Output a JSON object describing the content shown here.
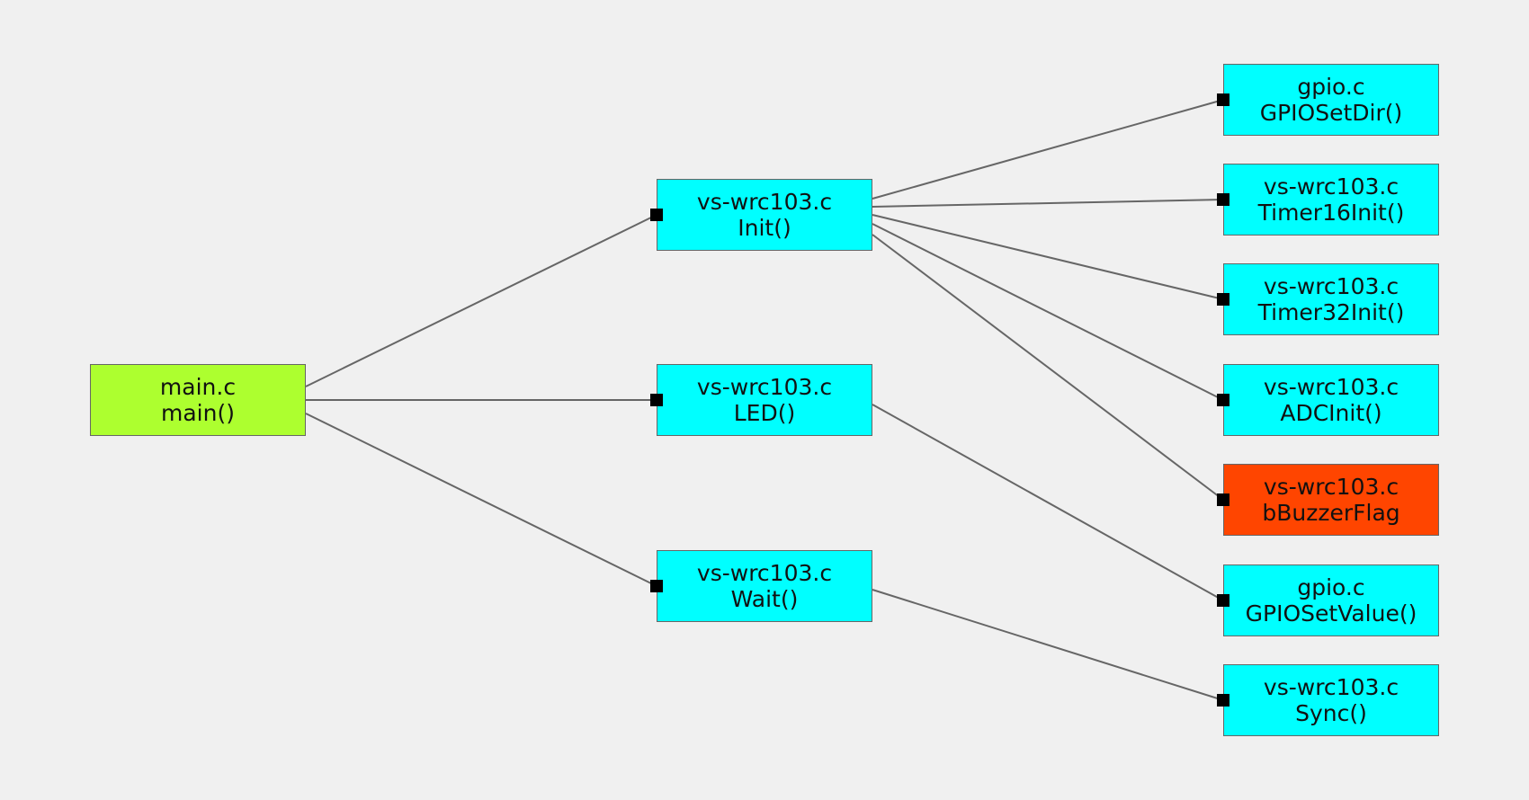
{
  "colors": {
    "background": "#f0f0f0",
    "root": "#adff2f",
    "function": "#00ffff",
    "variable": "#ff4500",
    "edge": "#666666",
    "border": "#666666",
    "port": "#000000"
  },
  "nodes": [
    {
      "id": "main",
      "kind": "root",
      "file": "main.c",
      "symbol": "main()"
    },
    {
      "id": "init",
      "kind": "function",
      "file": "vs-wrc103.c",
      "symbol": "Init()"
    },
    {
      "id": "led",
      "kind": "function",
      "file": "vs-wrc103.c",
      "symbol": "LED()"
    },
    {
      "id": "wait",
      "kind": "function",
      "file": "vs-wrc103.c",
      "symbol": "Wait()"
    },
    {
      "id": "gpiosetdir",
      "kind": "function",
      "file": "gpio.c",
      "symbol": "GPIOSetDir()"
    },
    {
      "id": "timer16init",
      "kind": "function",
      "file": "vs-wrc103.c",
      "symbol": "Timer16Init()"
    },
    {
      "id": "timer32init",
      "kind": "function",
      "file": "vs-wrc103.c",
      "symbol": "Timer32Init()"
    },
    {
      "id": "adcinit",
      "kind": "function",
      "file": "vs-wrc103.c",
      "symbol": "ADCInit()"
    },
    {
      "id": "bbuzzerflag",
      "kind": "variable",
      "file": "vs-wrc103.c",
      "symbol": "bBuzzerFlag"
    },
    {
      "id": "gpiosetvalue",
      "kind": "function",
      "file": "gpio.c",
      "symbol": "GPIOSetValue()"
    },
    {
      "id": "sync",
      "kind": "function",
      "file": "vs-wrc103.c",
      "symbol": "Sync()"
    }
  ],
  "edges": [
    {
      "from": "main",
      "to": "init"
    },
    {
      "from": "main",
      "to": "led"
    },
    {
      "from": "main",
      "to": "wait"
    },
    {
      "from": "init",
      "to": "gpiosetdir"
    },
    {
      "from": "init",
      "to": "timer16init"
    },
    {
      "from": "init",
      "to": "timer32init"
    },
    {
      "from": "init",
      "to": "adcinit"
    },
    {
      "from": "init",
      "to": "bbuzzerflag"
    },
    {
      "from": "led",
      "to": "gpiosetvalue"
    },
    {
      "from": "wait",
      "to": "sync"
    }
  ]
}
